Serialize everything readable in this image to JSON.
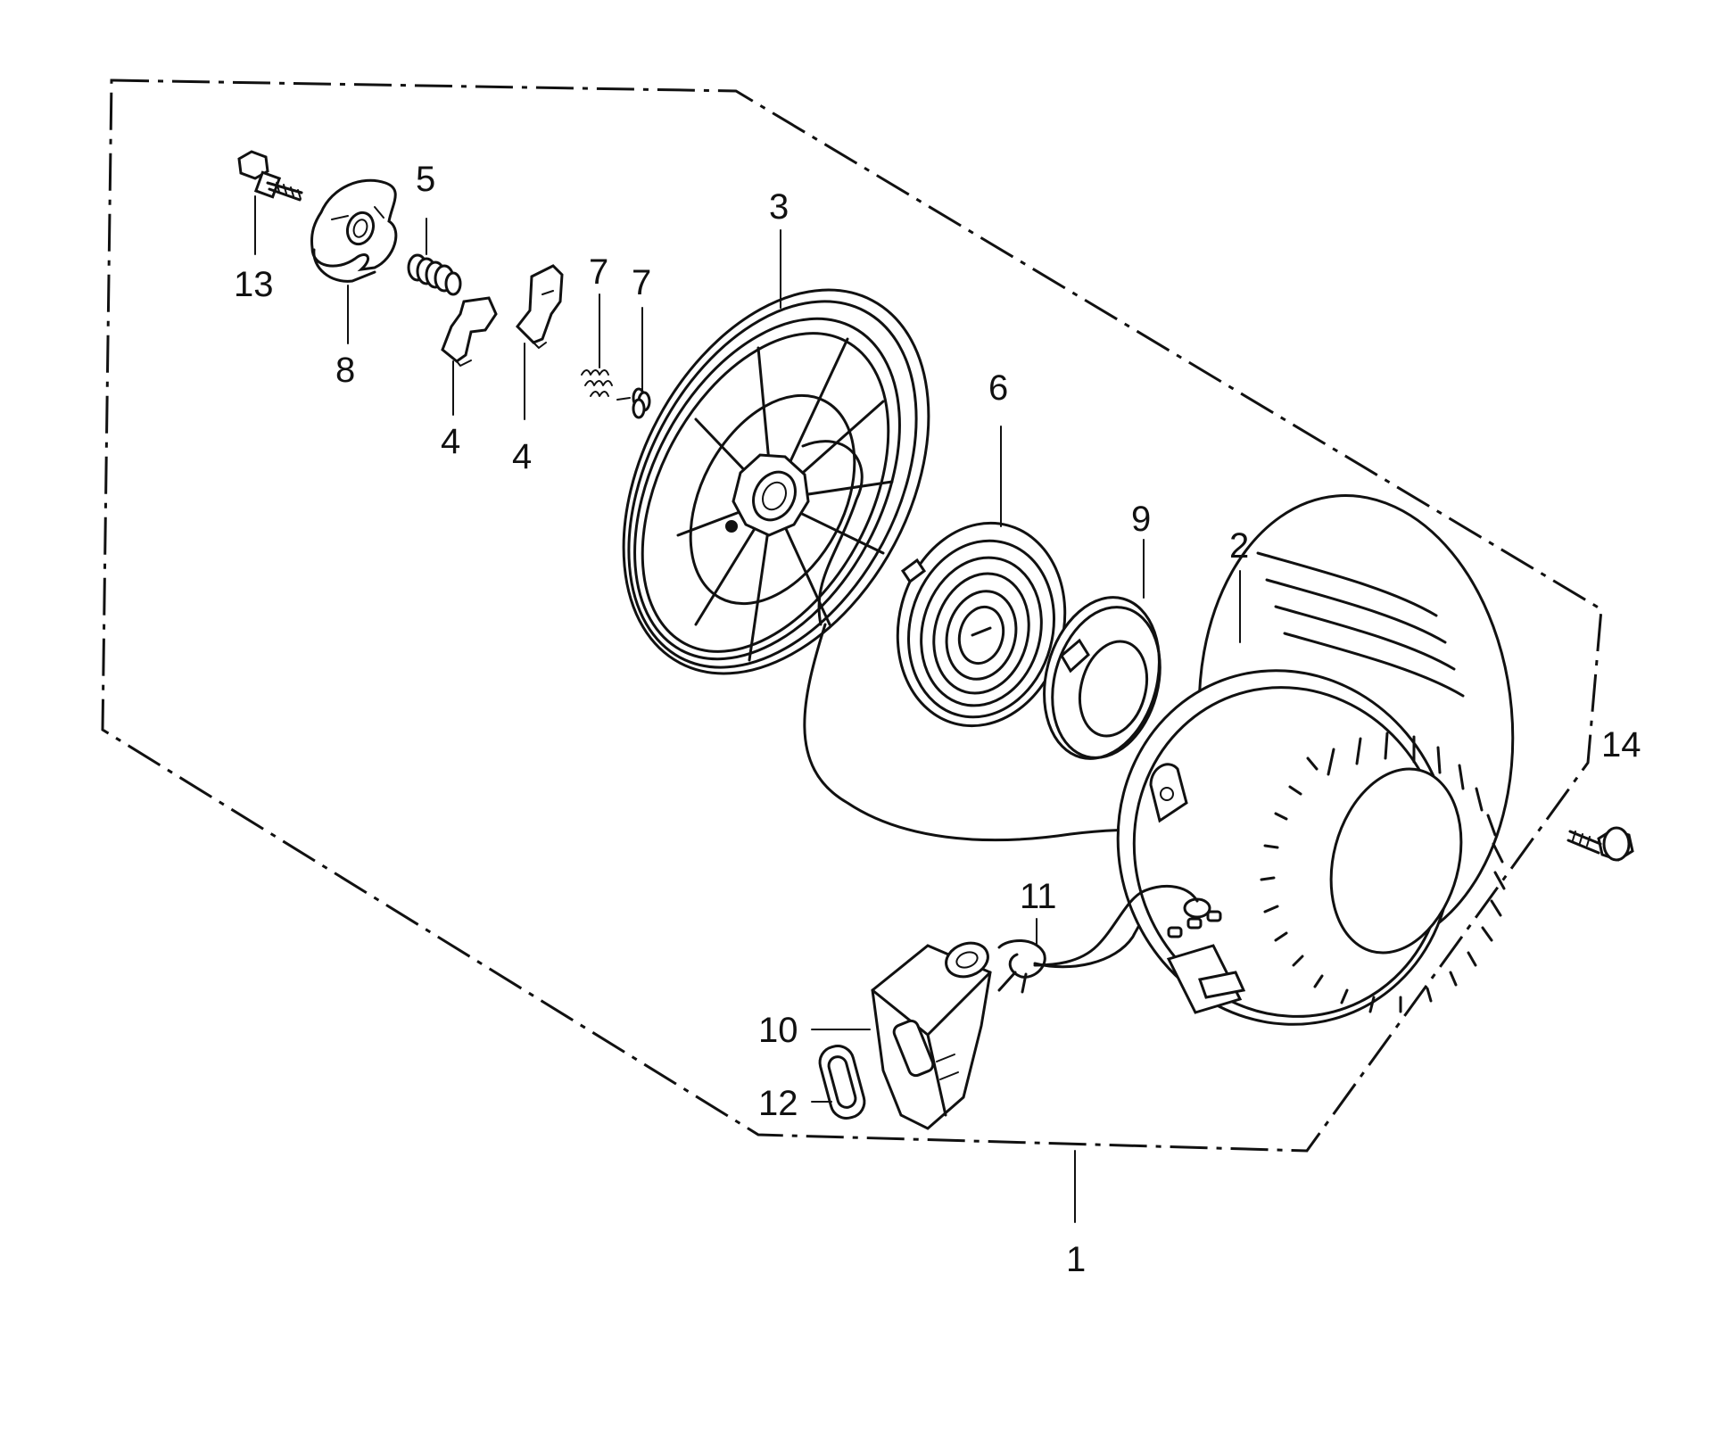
{
  "labels": {
    "p1": "1",
    "p2": "2",
    "p3": "3",
    "p4a": "4",
    "p4b": "4",
    "p5": "5",
    "p6": "6",
    "p7a": "7",
    "p7b": "7",
    "p8": "8",
    "p9": "9",
    "p10": "10",
    "p11": "11",
    "p12": "12",
    "p13": "13",
    "p14": "14"
  },
  "colors": {
    "ink": "#111111",
    "paper": "#ffffff"
  }
}
